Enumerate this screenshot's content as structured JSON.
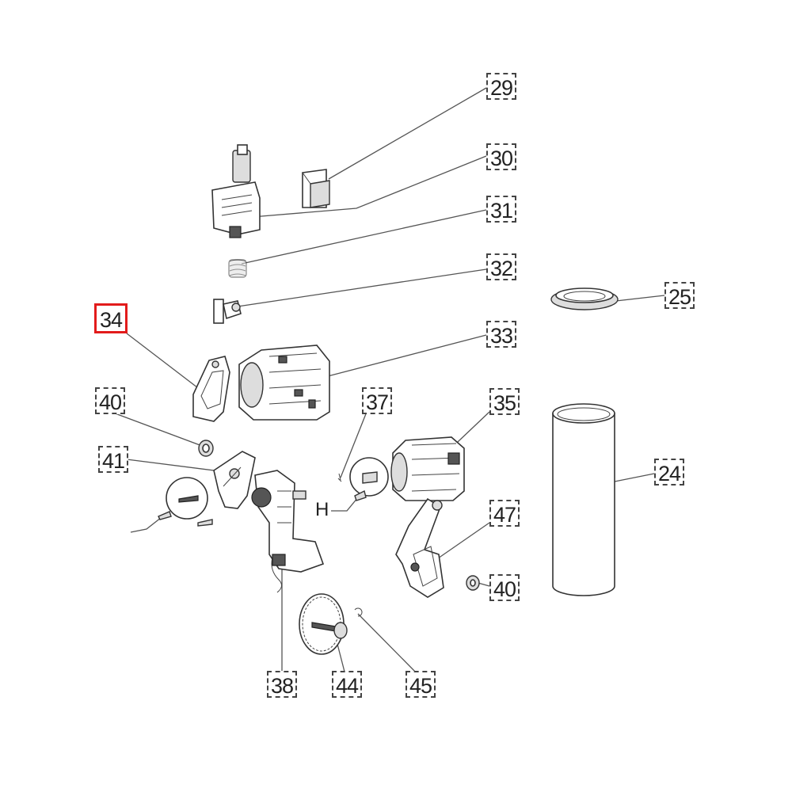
{
  "labels": {
    "p29": "29",
    "p30": "30",
    "p31": "31",
    "p32": "32",
    "p25": "25",
    "p34": "34",
    "p33": "33",
    "p40a": "40",
    "p37": "37",
    "p35": "35",
    "p41": "41",
    "p24": "24",
    "h": "H",
    "p47": "47",
    "p40b": "40",
    "p38": "38",
    "p44": "44",
    "p45": "45"
  },
  "highlight": {
    "selected_part": "34",
    "color": "#e21b1b"
  }
}
